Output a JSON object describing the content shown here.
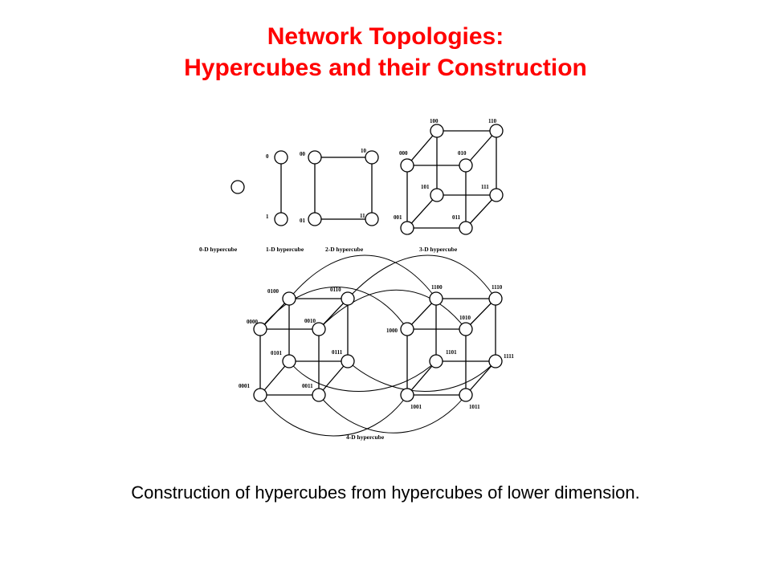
{
  "slide": {
    "title_line1": "Network Topologies:",
    "title_line2": "Hypercubes and their Construction",
    "caption": "Construction of hypercubes from hypercubes of lower dimension."
  },
  "figure": {
    "subcaptions": {
      "d0": "0-D hypercube",
      "d1": "1-D hypercube",
      "d2": "2-D hypercube",
      "d3": "3-D hypercube",
      "d4": "4-D hypercube"
    },
    "d1_labels": [
      "0",
      "1"
    ],
    "d2_labels": [
      "00",
      "10",
      "01",
      "11"
    ],
    "d3_labels": [
      "100",
      "110",
      "000",
      "010",
      "101",
      "111",
      "001",
      "011"
    ],
    "d4_labels": [
      "0100",
      "0110",
      "0000",
      "0010",
      "0101",
      "0111",
      "0001",
      "0011",
      "1100",
      "1110",
      "1000",
      "1010",
      "1101",
      "1111",
      "1001",
      "1011"
    ]
  },
  "colors": {
    "title": "#ff0000",
    "text": "#000000",
    "background": "#ffffff"
  }
}
